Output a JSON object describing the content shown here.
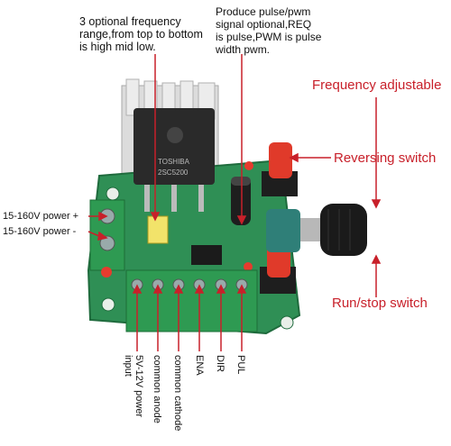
{
  "labels": {
    "frequency_range": [
      "3 optional frequency",
      "range,from top to bottom",
      "is high mid low."
    ],
    "pulse_mode": [
      "Produce pulse/pwm",
      "signal optional,REQ",
      "is pulse,PWM is pulse",
      "width pwm."
    ],
    "frequency_adjustable": "Frequency adjustable",
    "reversing_switch": "Reversing switch",
    "run_stop_switch": "Run/stop switch",
    "power_plus": "15-160V power +",
    "power_minus": "15-160V power -"
  },
  "terminal_labels": [
    "5V-12V power input",
    "common anode",
    "common cathode",
    "ENA",
    "DIR",
    "PUL"
  ],
  "chip_text": [
    "TOSHIBA",
    "2SC5200"
  ],
  "colors": {
    "annotation_red": "#c8202a",
    "pcb_green": "#2f8f55",
    "terminal_green": "#2e9a52",
    "heatsink": "#d9d9d9",
    "knob": "#1a1a1a",
    "button_red": "#e03a2a"
  }
}
